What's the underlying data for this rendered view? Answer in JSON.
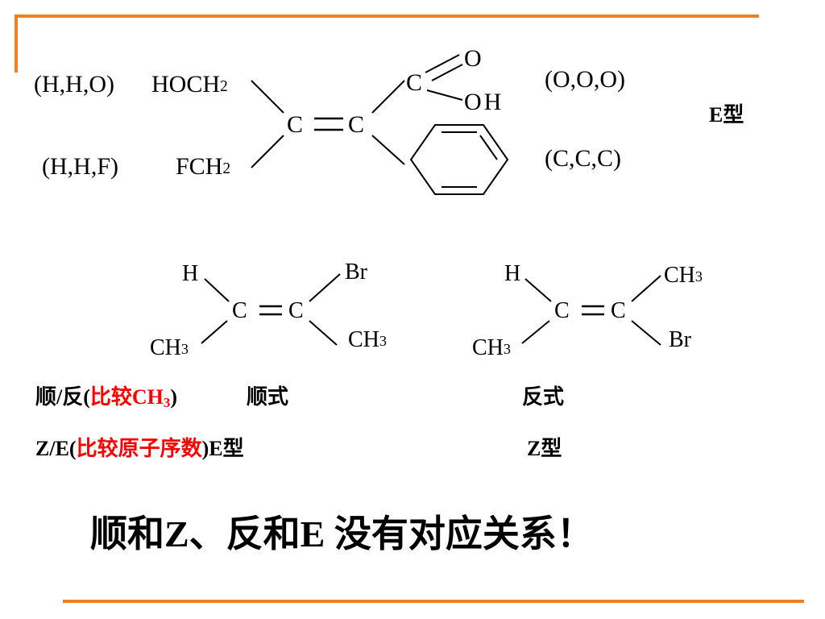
{
  "slide": {
    "accent_color": "#f07f1d",
    "top_molecule": {
      "left_top_group_priority": "(H,H,O)",
      "left_top_group": "HOCH",
      "left_top_group_sub": "2",
      "left_bottom_group_priority": "(H,H,F)",
      "left_bottom_group": "FCH",
      "left_bottom_group_sub": "2",
      "c_left": "C",
      "c_right": "C",
      "double_bond": "=",
      "carboxyl_c": "C",
      "carboxyl_o": "O",
      "carboxyl_oh": "OH",
      "right_top_priority": "(O,O,O)",
      "right_bottom_priority": "(C,C,C)",
      "config_label": "E型"
    },
    "mol_a": {
      "h": "H",
      "ch3_left": "CH",
      "ch3_left_sub": "3",
      "c_left": "C",
      "c_right": "C",
      "br": "Br",
      "ch3_right": "CH",
      "ch3_right_sub": "3"
    },
    "mol_b": {
      "h": "H",
      "ch3_left": "CH",
      "ch3_left_sub": "3",
      "c_left": "C",
      "c_right": "C",
      "ch3_right": "CH",
      "ch3_right_sub": "3",
      "br": "Br"
    },
    "row_cis_trans": {
      "prefix": "顺/反(",
      "compare_red": "比较CH",
      "compare_sub": "3",
      "suffix": ")",
      "left_result": "顺式",
      "right_result": "反式"
    },
    "row_ze": {
      "prefix": "Z/E(",
      "compare_red": "比较原子序数",
      "suffix": ")E型",
      "right_result": "Z型"
    },
    "conclusion": "顺和Z、反和E 没有对应关系！"
  }
}
